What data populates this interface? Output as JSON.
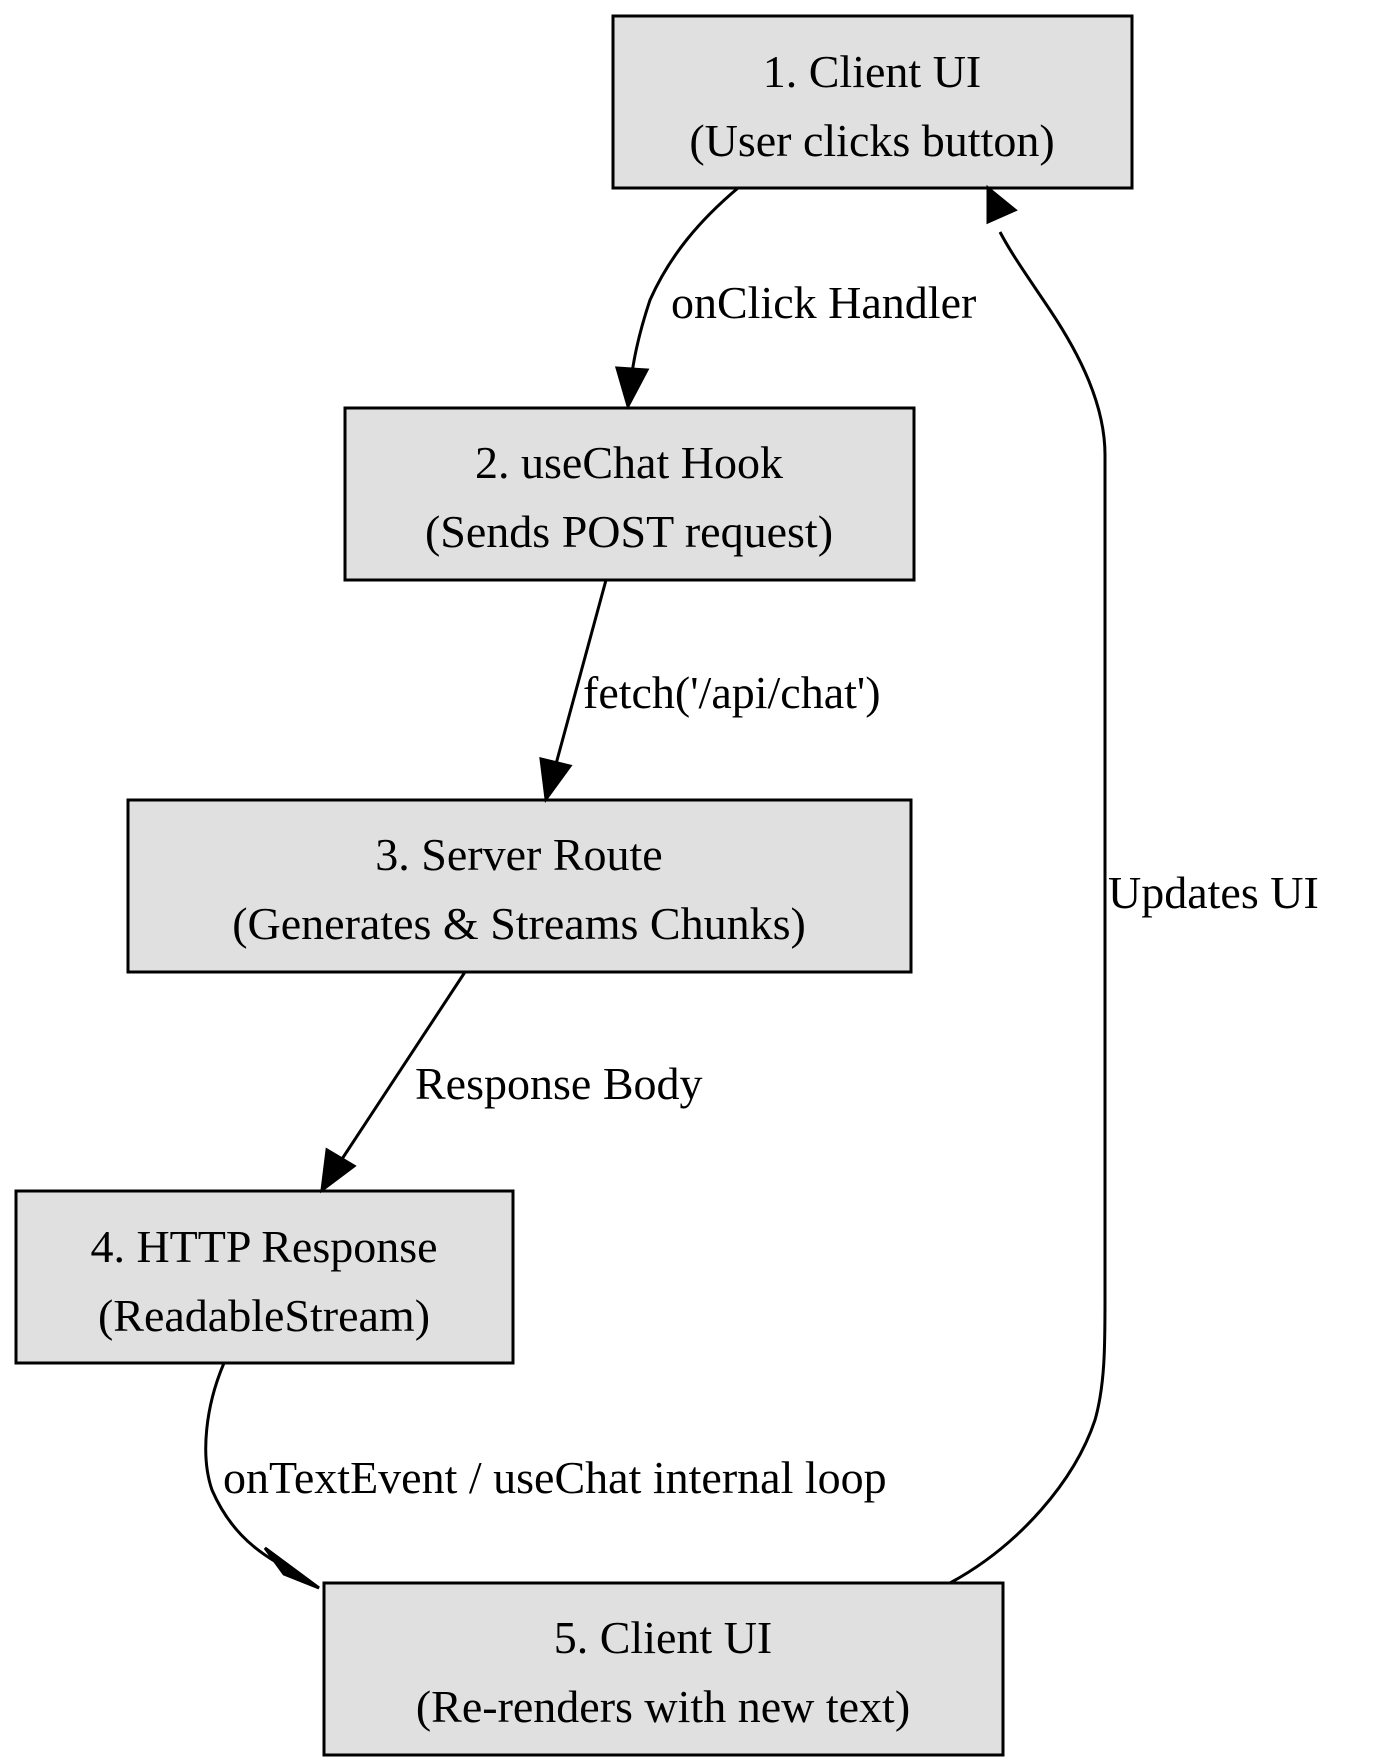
{
  "nodes": [
    {
      "id": "n1",
      "title": "1. Client UI",
      "subtitle": "(User clicks button)"
    },
    {
      "id": "n2",
      "title": "2. useChat Hook",
      "subtitle": "(Sends POST request)"
    },
    {
      "id": "n3",
      "title": "3. Server Route",
      "subtitle": "(Generates & Streams Chunks)"
    },
    {
      "id": "n4",
      "title": "4. HTTP Response",
      "subtitle": "(ReadableStream)"
    },
    {
      "id": "n5",
      "title": "5. Client UI",
      "subtitle": "(Re-renders with new text)"
    }
  ],
  "edges": [
    {
      "from": "n1",
      "to": "n2",
      "label": "onClick Handler"
    },
    {
      "from": "n2",
      "to": "n3",
      "label": "fetch('/api/chat')"
    },
    {
      "from": "n3",
      "to": "n4",
      "label": "Response Body"
    },
    {
      "from": "n4",
      "to": "n5",
      "label": "onTextEvent / useChat internal loop"
    },
    {
      "from": "n5",
      "to": "n1",
      "label": "Updates UI"
    }
  ],
  "colors": {
    "node_fill": "#e0e0e0",
    "stroke": "#000000",
    "background": "#ffffff"
  }
}
